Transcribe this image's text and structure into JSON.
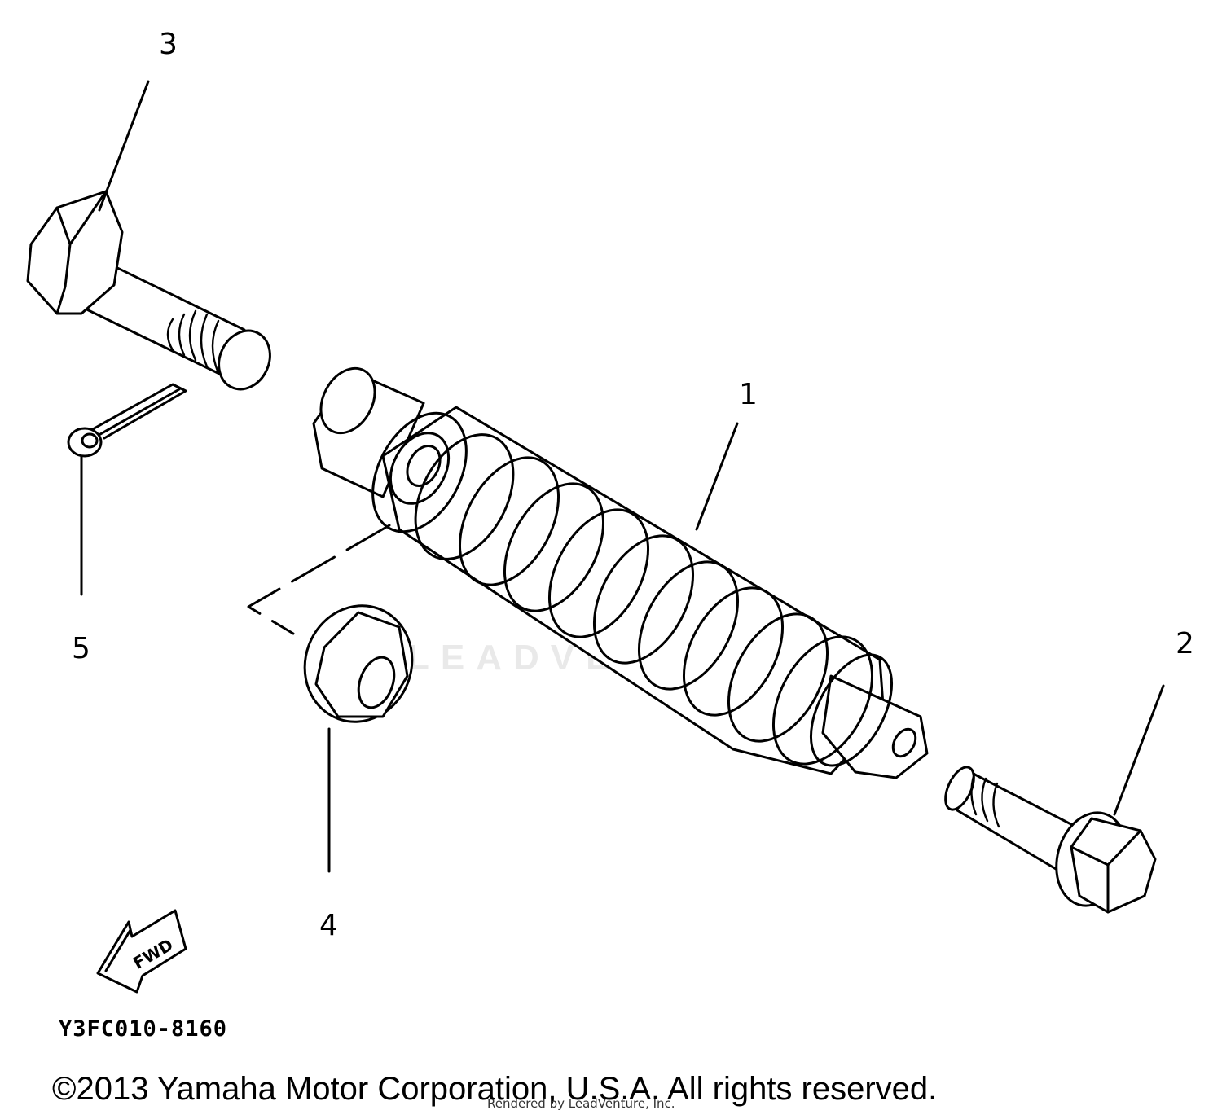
{
  "callouts": {
    "part_1": "1",
    "part_2": "2",
    "part_3": "3",
    "part_4": "4",
    "part_5": "5"
  },
  "fwd_label": "FWD",
  "reference_code": "Y3FC010-8160",
  "copyright": "©2013 Yamaha Motor Corporation, U.S.A. All rights reserved.",
  "rendered_by": "Rendered by LeadVenture, Inc.",
  "watermark": "LEADVENTURE"
}
